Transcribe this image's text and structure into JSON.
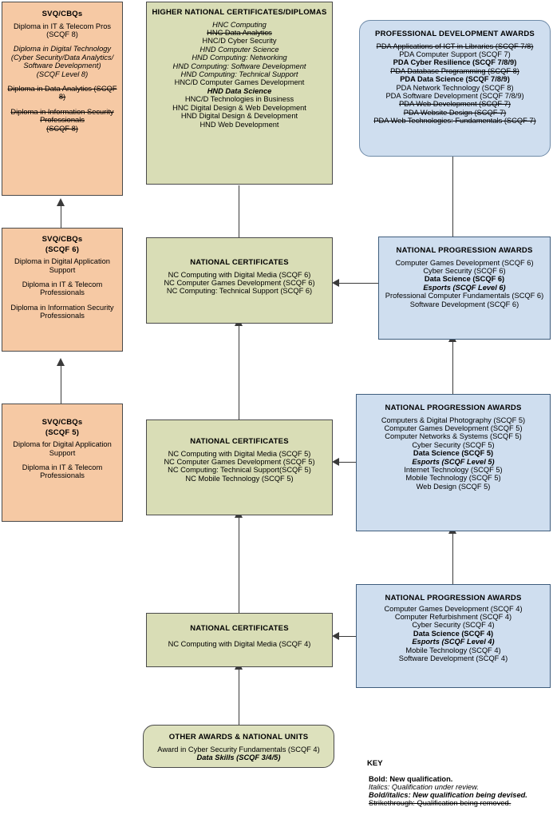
{
  "diagram": {
    "title": "Computing Qualifications Progression Map",
    "colors": {
      "svq_fill": "#f6c9a4",
      "nc_fill": "#d9ddb6",
      "npa_fill": "#cfdeef",
      "border": "#3a3a3a"
    }
  },
  "boxes": {
    "svq_l8": {
      "title": "SVQ/CBQs",
      "lines": [
        {
          "text": "Diploma in IT & Telecom Pros",
          "style": "normal"
        },
        {
          "text": "(SCQF 8)",
          "style": "normal"
        },
        {
          "text": "",
          "style": "spacer"
        },
        {
          "text": "Diploma in Digital Technology",
          "style": "italic"
        },
        {
          "text": "(Cyber Security/Data Analytics/",
          "style": "italic"
        },
        {
          "text": "Software Development)",
          "style": "italic"
        },
        {
          "text": "(SCQF Level 8)",
          "style": "italic"
        },
        {
          "text": "",
          "style": "spacer"
        },
        {
          "text": "Diploma in Data Analytics (SCQF",
          "style": "strike"
        },
        {
          "text": "8)",
          "style": "strike"
        },
        {
          "text": "",
          "style": "spacer"
        },
        {
          "text": "Diploma in Information Security",
          "style": "strike"
        },
        {
          "text": "Professionals",
          "style": "strike"
        },
        {
          "text": "(SCQF 8)",
          "style": "strike"
        }
      ]
    },
    "hnc_hnd": {
      "title": "HIGHER NATIONAL CERTIFICATES/DIPLOMAS",
      "lines": [
        {
          "text": "HNC Computing",
          "style": "italic"
        },
        {
          "text": "HNC Data Analytics",
          "style": "strike"
        },
        {
          "text": "HNC/D Cyber Security",
          "style": "normal"
        },
        {
          "text": "HND Computer Science",
          "style": "italic"
        },
        {
          "text": "HND Computing: Networking",
          "style": "italic"
        },
        {
          "text": "HND Computing: Software Development",
          "style": "italic"
        },
        {
          "text": "HND Computing: Technical Support",
          "style": "italic"
        },
        {
          "text": "HNC/D Computer Games Development",
          "style": "normal"
        },
        {
          "text": "HND Data Science",
          "style": "bold-italic"
        },
        {
          "text": "HNC/D Technologies in Business",
          "style": "normal"
        },
        {
          "text": "HNC Digital Design & Web Development",
          "style": "normal"
        },
        {
          "text": "HND Digital Design & Development",
          "style": "normal"
        },
        {
          "text": "HND Web Development",
          "style": "normal"
        }
      ]
    },
    "pda": {
      "title": "PROFESSIONAL DEVELOPMENT AWARDS",
      "lines": [
        {
          "text": "PDA Applications of ICT in Libraries (SCQF 7/8)",
          "style": "strike"
        },
        {
          "text": "PDA Computer Support (SCQF 7)",
          "style": "normal"
        },
        {
          "text": "PDA Cyber Resilience (SCQF 7/8/9)",
          "style": "bold"
        },
        {
          "text": "PDA Database Programming (SCQF 8)",
          "style": "strike"
        },
        {
          "text": "PDA Data Science (SCQF 7/8/9)",
          "style": "bold"
        },
        {
          "text": "PDA Network Technology (SCQF 8)",
          "style": "normal"
        },
        {
          "text": "PDA Software Development (SCQF 7/8/9)",
          "style": "partial-strike",
          "plain_prefix": "PDA Software Development (SCQF 7/",
          "struck_part": "8/9",
          "plain_suffix": ")"
        },
        {
          "text": "PDA Web Development (SCQF 7)",
          "style": "strike"
        },
        {
          "text": "PDA Website Design (SCQF 7)",
          "style": "strike"
        },
        {
          "text": "PDA Web Technologies: Fundamentals (SCQF 7)",
          "style": "strike"
        }
      ]
    },
    "svq_l6": {
      "title": "SVQ/CBQs",
      "subtitle": "(SCQF 6)",
      "lines": [
        {
          "text": "Diploma in Digital Application",
          "style": "normal"
        },
        {
          "text": "Support",
          "style": "normal"
        },
        {
          "text": "",
          "style": "spacer"
        },
        {
          "text": "Diploma in IT & Telecom",
          "style": "normal"
        },
        {
          "text": "Professionals",
          "style": "normal"
        },
        {
          "text": "",
          "style": "spacer"
        },
        {
          "text": "Diploma in Information Security",
          "style": "normal"
        },
        {
          "text": "Professionals",
          "style": "normal"
        }
      ]
    },
    "nc_l6": {
      "title": "NATIONAL CERTIFICATES",
      "lines": [
        {
          "text": "NC Computing with Digital Media (SCQF 6)",
          "style": "normal"
        },
        {
          "text": "NC Computer Games Development (SCQF 6)",
          "style": "normal"
        },
        {
          "text": "NC Computing: Technical Support (SCQF 6)",
          "style": "normal"
        }
      ]
    },
    "npa_l6": {
      "title": "NATIONAL PROGRESSION AWARDS",
      "lines": [
        {
          "text": "Computer Games Development (SCQF 6)",
          "style": "normal"
        },
        {
          "text": "Cyber Security (SCQF 6)",
          "style": "normal"
        },
        {
          "text": "Data Science (SCQF 6)",
          "style": "bold"
        },
        {
          "text": "Esports (SCQF Level 6)",
          "style": "bold-italic"
        },
        {
          "text": "Professional Computer Fundamentals (SCQF 6)",
          "style": "normal"
        },
        {
          "text": "Software Development (SCQF 6)",
          "style": "normal"
        }
      ]
    },
    "svq_l5": {
      "title": "SVQ/CBQs",
      "subtitle": "(SCQF 5)",
      "lines": [
        {
          "text": "Diploma for Digital Application",
          "style": "normal"
        },
        {
          "text": "Support",
          "style": "normal"
        },
        {
          "text": "",
          "style": "spacer"
        },
        {
          "text": "Diploma in IT & Telecom",
          "style": "normal"
        },
        {
          "text": "Professionals",
          "style": "normal"
        }
      ]
    },
    "nc_l5": {
      "title": "NATIONAL CERTIFICATES",
      "lines": [
        {
          "text": "NC Computing with Digital Media (SCQF 5)",
          "style": "normal"
        },
        {
          "text": "NC Computer Games Development (SCQF 5)",
          "style": "normal"
        },
        {
          "text": "NC Computing: Technical Support(SCQF 5)",
          "style": "normal"
        },
        {
          "text": "NC Mobile Technology (SCQF 5)",
          "style": "normal"
        }
      ]
    },
    "npa_l5": {
      "title": "NATIONAL PROGRESSION AWARDS",
      "lines": [
        {
          "text": "Computers & Digital Photography (SCQF 5)",
          "style": "normal"
        },
        {
          "text": "Computer Games Development (SCQF 5)",
          "style": "normal"
        },
        {
          "text": "Computer Networks & Systems (SCQF 5)",
          "style": "normal"
        },
        {
          "text": "Cyber Security (SCQF 5)",
          "style": "normal"
        },
        {
          "text": "Data Science (SCQF 5)",
          "style": "bold"
        },
        {
          "text": "Esports (SCQF Level 5)",
          "style": "bold-italic"
        },
        {
          "text": "Internet Technology (SCQF 5)",
          "style": "normal"
        },
        {
          "text": "Mobile Technology (SCQF 5)",
          "style": "normal"
        },
        {
          "text": "Web Design (SCQF 5)",
          "style": "normal"
        }
      ]
    },
    "nc_l4": {
      "title": "NATIONAL CERTIFICATES",
      "lines": [
        {
          "text": "NC Computing with Digital Media (SCQF 4)",
          "style": "normal"
        }
      ]
    },
    "npa_l4": {
      "title": "NATIONAL PROGRESSION AWARDS",
      "lines": [
        {
          "text": "Computer Games Development (SCQF 4)",
          "style": "normal"
        },
        {
          "text": "Computer Refurbishment (SCQF 4)",
          "style": "normal"
        },
        {
          "text": "Cyber Security (SCQF 4)",
          "style": "normal"
        },
        {
          "text": "Data Science (SCQF 4)",
          "style": "bold"
        },
        {
          "text": "Esports (SCQF Level 4)",
          "style": "bold-italic"
        },
        {
          "text": "Mobile Technology (SCQF 4)",
          "style": "normal"
        },
        {
          "text": "Software Development (SCQF 4)",
          "style": "normal"
        }
      ]
    },
    "other_awards": {
      "title": "OTHER AWARDS & NATIONAL UNITS",
      "lines": [
        {
          "text": "Award in Cyber Security Fundamentals (SCQF 4)",
          "style": "normal"
        },
        {
          "text": "Data Skills (SCQF 3/4/5)",
          "style": "bold-italic"
        }
      ]
    }
  },
  "key": {
    "title": "KEY",
    "entries": [
      {
        "label": "Bold: New qualification.",
        "style": "bold"
      },
      {
        "label": "Italics: Qualification under review.",
        "style": "italic"
      },
      {
        "label": "Bold/italics: New qualification being devised.",
        "style": "bold-italic"
      },
      {
        "label": "Strikethrough: Qualification being removed.",
        "style": "strike"
      }
    ]
  }
}
